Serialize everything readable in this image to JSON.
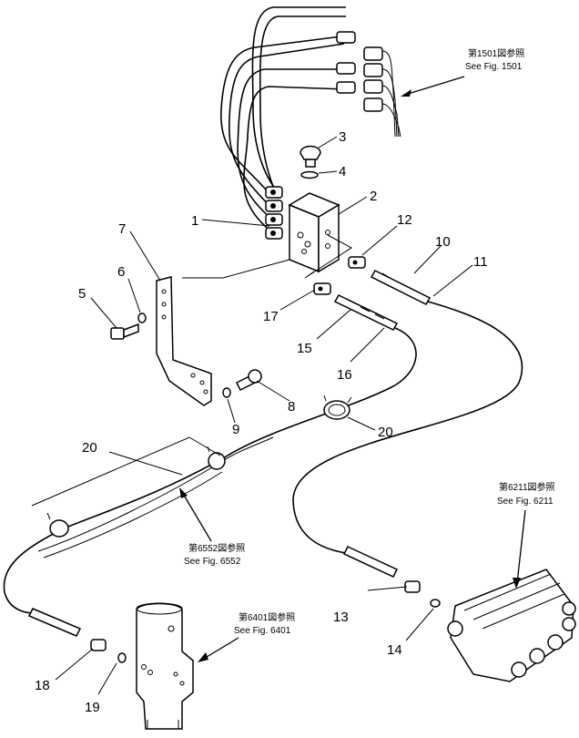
{
  "part_labels": {
    "p1": "1",
    "p2": "2",
    "p3": "3",
    "p4": "4",
    "p5": "5",
    "p6": "6",
    "p7": "7",
    "p8": "8",
    "p9": "9",
    "p10": "10",
    "p11": "11",
    "p12": "12",
    "p13": "13",
    "p14": "14",
    "p15": "15",
    "p16": "16",
    "p17": "17",
    "p18": "18",
    "p19": "19",
    "p20a": "20",
    "p20b": "20"
  },
  "references": {
    "fig1501": {
      "jp": "第1501図参照",
      "en": "See Fig. 1501"
    },
    "fig6552": {
      "jp": "第6552図参照",
      "en": "See Fig. 6552"
    },
    "fig6401": {
      "jp": "第6401図参照",
      "en": "See Fig. 6401"
    },
    "fig6211": {
      "jp": "第6211図参照",
      "en": "See Fig. 6211"
    }
  }
}
